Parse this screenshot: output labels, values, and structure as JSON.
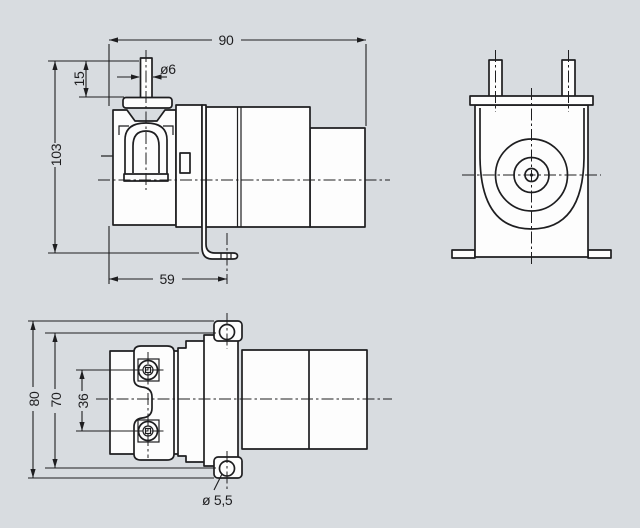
{
  "colors": {
    "background": "#d8dce0",
    "line": "#1e1e20",
    "fill": "#fdfdfd"
  },
  "dims": {
    "overall_width": "90",
    "shaft_diameter": "ø6",
    "shaft_length": "15",
    "overall_height": "103",
    "mount_hole_offset": "59",
    "bracket_height": "80",
    "mount_hole_spacing": "70",
    "screw_spacing": "36",
    "mount_hole_diameter": "ø 5,5"
  }
}
